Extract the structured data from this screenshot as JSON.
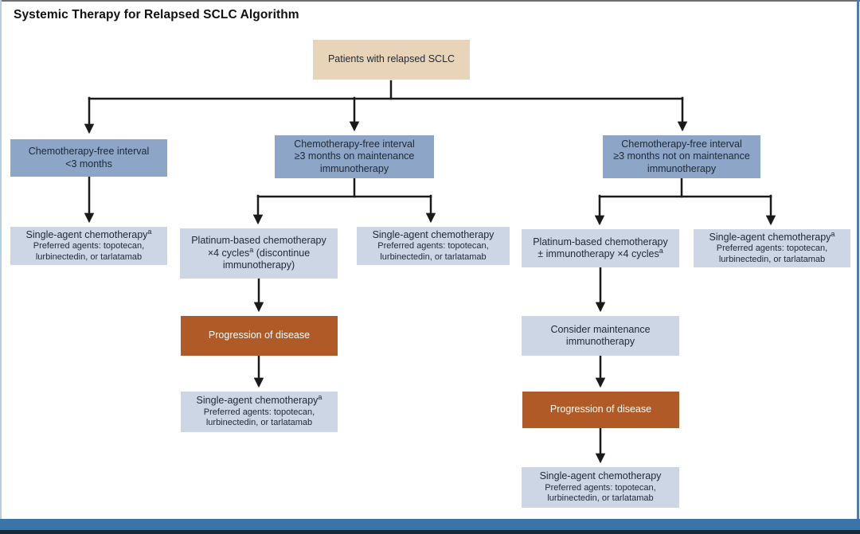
{
  "title": "Systemic Therapy for Relapsed SCLC Algorithm",
  "palette": {
    "root_box": "#e7d4b9",
    "branch_header_box": "#8da5c6",
    "treatment_box": "#cdd6e5",
    "progression_box": "#b05a28",
    "progression_text": "#ffffff",
    "text": "#1e2836",
    "connector": "#1a1a1a",
    "footer_bar": "#3b75a8",
    "footer_line": "#14283c"
  },
  "nodes": {
    "root": {
      "text": "Patients with relapsed SCLC"
    },
    "cfi_lt3": {
      "lines": [
        "Chemotherapy-free interval",
        "<3 months"
      ]
    },
    "cfi_ge3_on": {
      "lines": [
        "Chemotherapy-free interval",
        "≥3 months on maintenance",
        "immunotherapy"
      ]
    },
    "cfi_ge3_off": {
      "lines": [
        "Chemotherapy-free interval",
        "≥3 months not on maintenance",
        "immunotherapy"
      ]
    },
    "single_left": {
      "main": "Single-agent chemotherapy",
      "sup": "a",
      "sub1": "Preferred agents: topotecan,",
      "sub2": "lurbinectedin, or tarlatamab"
    },
    "platinum_mid": {
      "line1": "Platinum-based chemotherapy",
      "line2_pre": "×4 cycles",
      "line2_sup": "a",
      "line2_post": " (discontinue",
      "line3": "immunotherapy)"
    },
    "single_mid": {
      "main": "Single-agent chemotherapy",
      "sup": "",
      "sub1": "Preferred agents: topotecan,",
      "sub2": "lurbinectedin, or tarlatamab"
    },
    "platinum_right": {
      "line1": "Platinum-based chemotherapy",
      "line2_pre": "± immunotherapy ×4 cycles",
      "line2_sup": "a",
      "line2_post": ""
    },
    "single_right": {
      "main": "Single-agent chemotherapy",
      "sup": "a",
      "sub1": "Preferred agents: topotecan,",
      "sub2": "lurbinectedin, or tarlatamab"
    },
    "progression_mid": {
      "text": "Progression of disease"
    },
    "single_mid_bottom": {
      "main": "Single-agent chemotherapy",
      "sup": "a",
      "sub1": "Preferred agents: topotecan,",
      "sub2": "lurbinectedin, or tarlatamab"
    },
    "consider_maintenance": {
      "lines": [
        "Consider maintenance",
        "immunotherapy"
      ]
    },
    "progression_right": {
      "text": "Progression of disease"
    },
    "single_right_bottom": {
      "main": "Single-agent chemotherapy",
      "sup": "",
      "sub1": "Preferred agents: topotecan,",
      "sub2": "lurbinectedin, or tarlatamab"
    }
  }
}
